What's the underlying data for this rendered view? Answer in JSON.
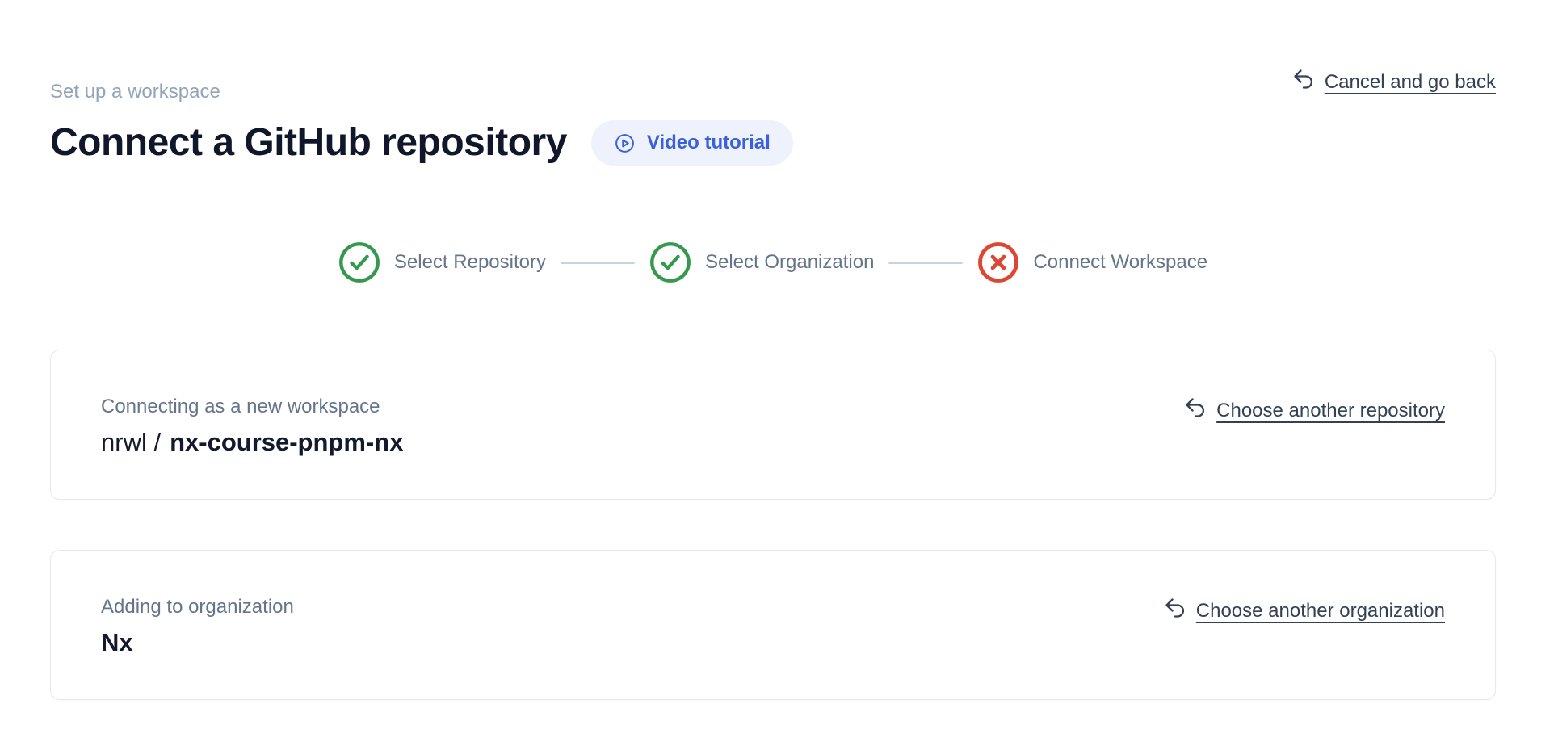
{
  "page": {
    "eyebrow": "Set up a workspace",
    "title": "Connect a GitHub repository"
  },
  "header": {
    "video_tutorial_label": "Video tutorial",
    "cancel_link_label": "Cancel and go back"
  },
  "stepper": {
    "steps": [
      {
        "label": "Select Repository",
        "status": "complete"
      },
      {
        "label": "Select Organization",
        "status": "complete"
      },
      {
        "label": "Connect Workspace",
        "status": "error"
      }
    ]
  },
  "cards": {
    "repository": {
      "label": "Connecting as a new workspace",
      "value_prefix": "nrwl /",
      "value_main": "nx-course-pnpm-nx",
      "action_label": "Choose another repository"
    },
    "organization": {
      "label": "Adding to organization",
      "value_main": "Nx",
      "action_label": "Choose another organization"
    }
  },
  "colors": {
    "success": "#34994d",
    "error": "#dd4633",
    "accent_blue": "#3b5fdd",
    "accent_blue_bg": "#eef2fd",
    "muted_text": "#64748b",
    "link_text": "#334155",
    "connector": "#cbd2de"
  }
}
